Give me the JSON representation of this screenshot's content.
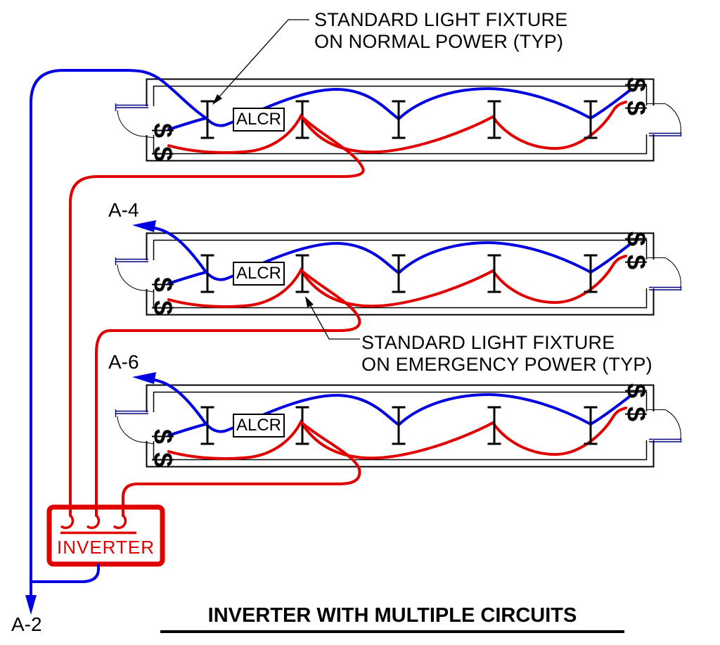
{
  "title": "INVERTER WITH MULTIPLE CIRCUITS",
  "callouts": {
    "normal": {
      "line1": "STANDARD LIGHT FIXTURE",
      "line2": "ON NORMAL POWER (TYP)"
    },
    "emergency": {
      "line1": "STANDARD LIGHT FIXTURE",
      "line2": "ON EMERGENCY POWER (TYP)"
    }
  },
  "circuit_labels": {
    "row2": "A-4",
    "row3": "A-6",
    "inverter_feed": "A-2"
  },
  "component_labels": {
    "relay": "ALCR",
    "inverter": "INVERTER",
    "switch_pair": "$$"
  },
  "colors": {
    "normal_power": "#0000e0",
    "emergency_power": "#e00000",
    "door_leaf": "#00007f",
    "linework": "#000000"
  }
}
